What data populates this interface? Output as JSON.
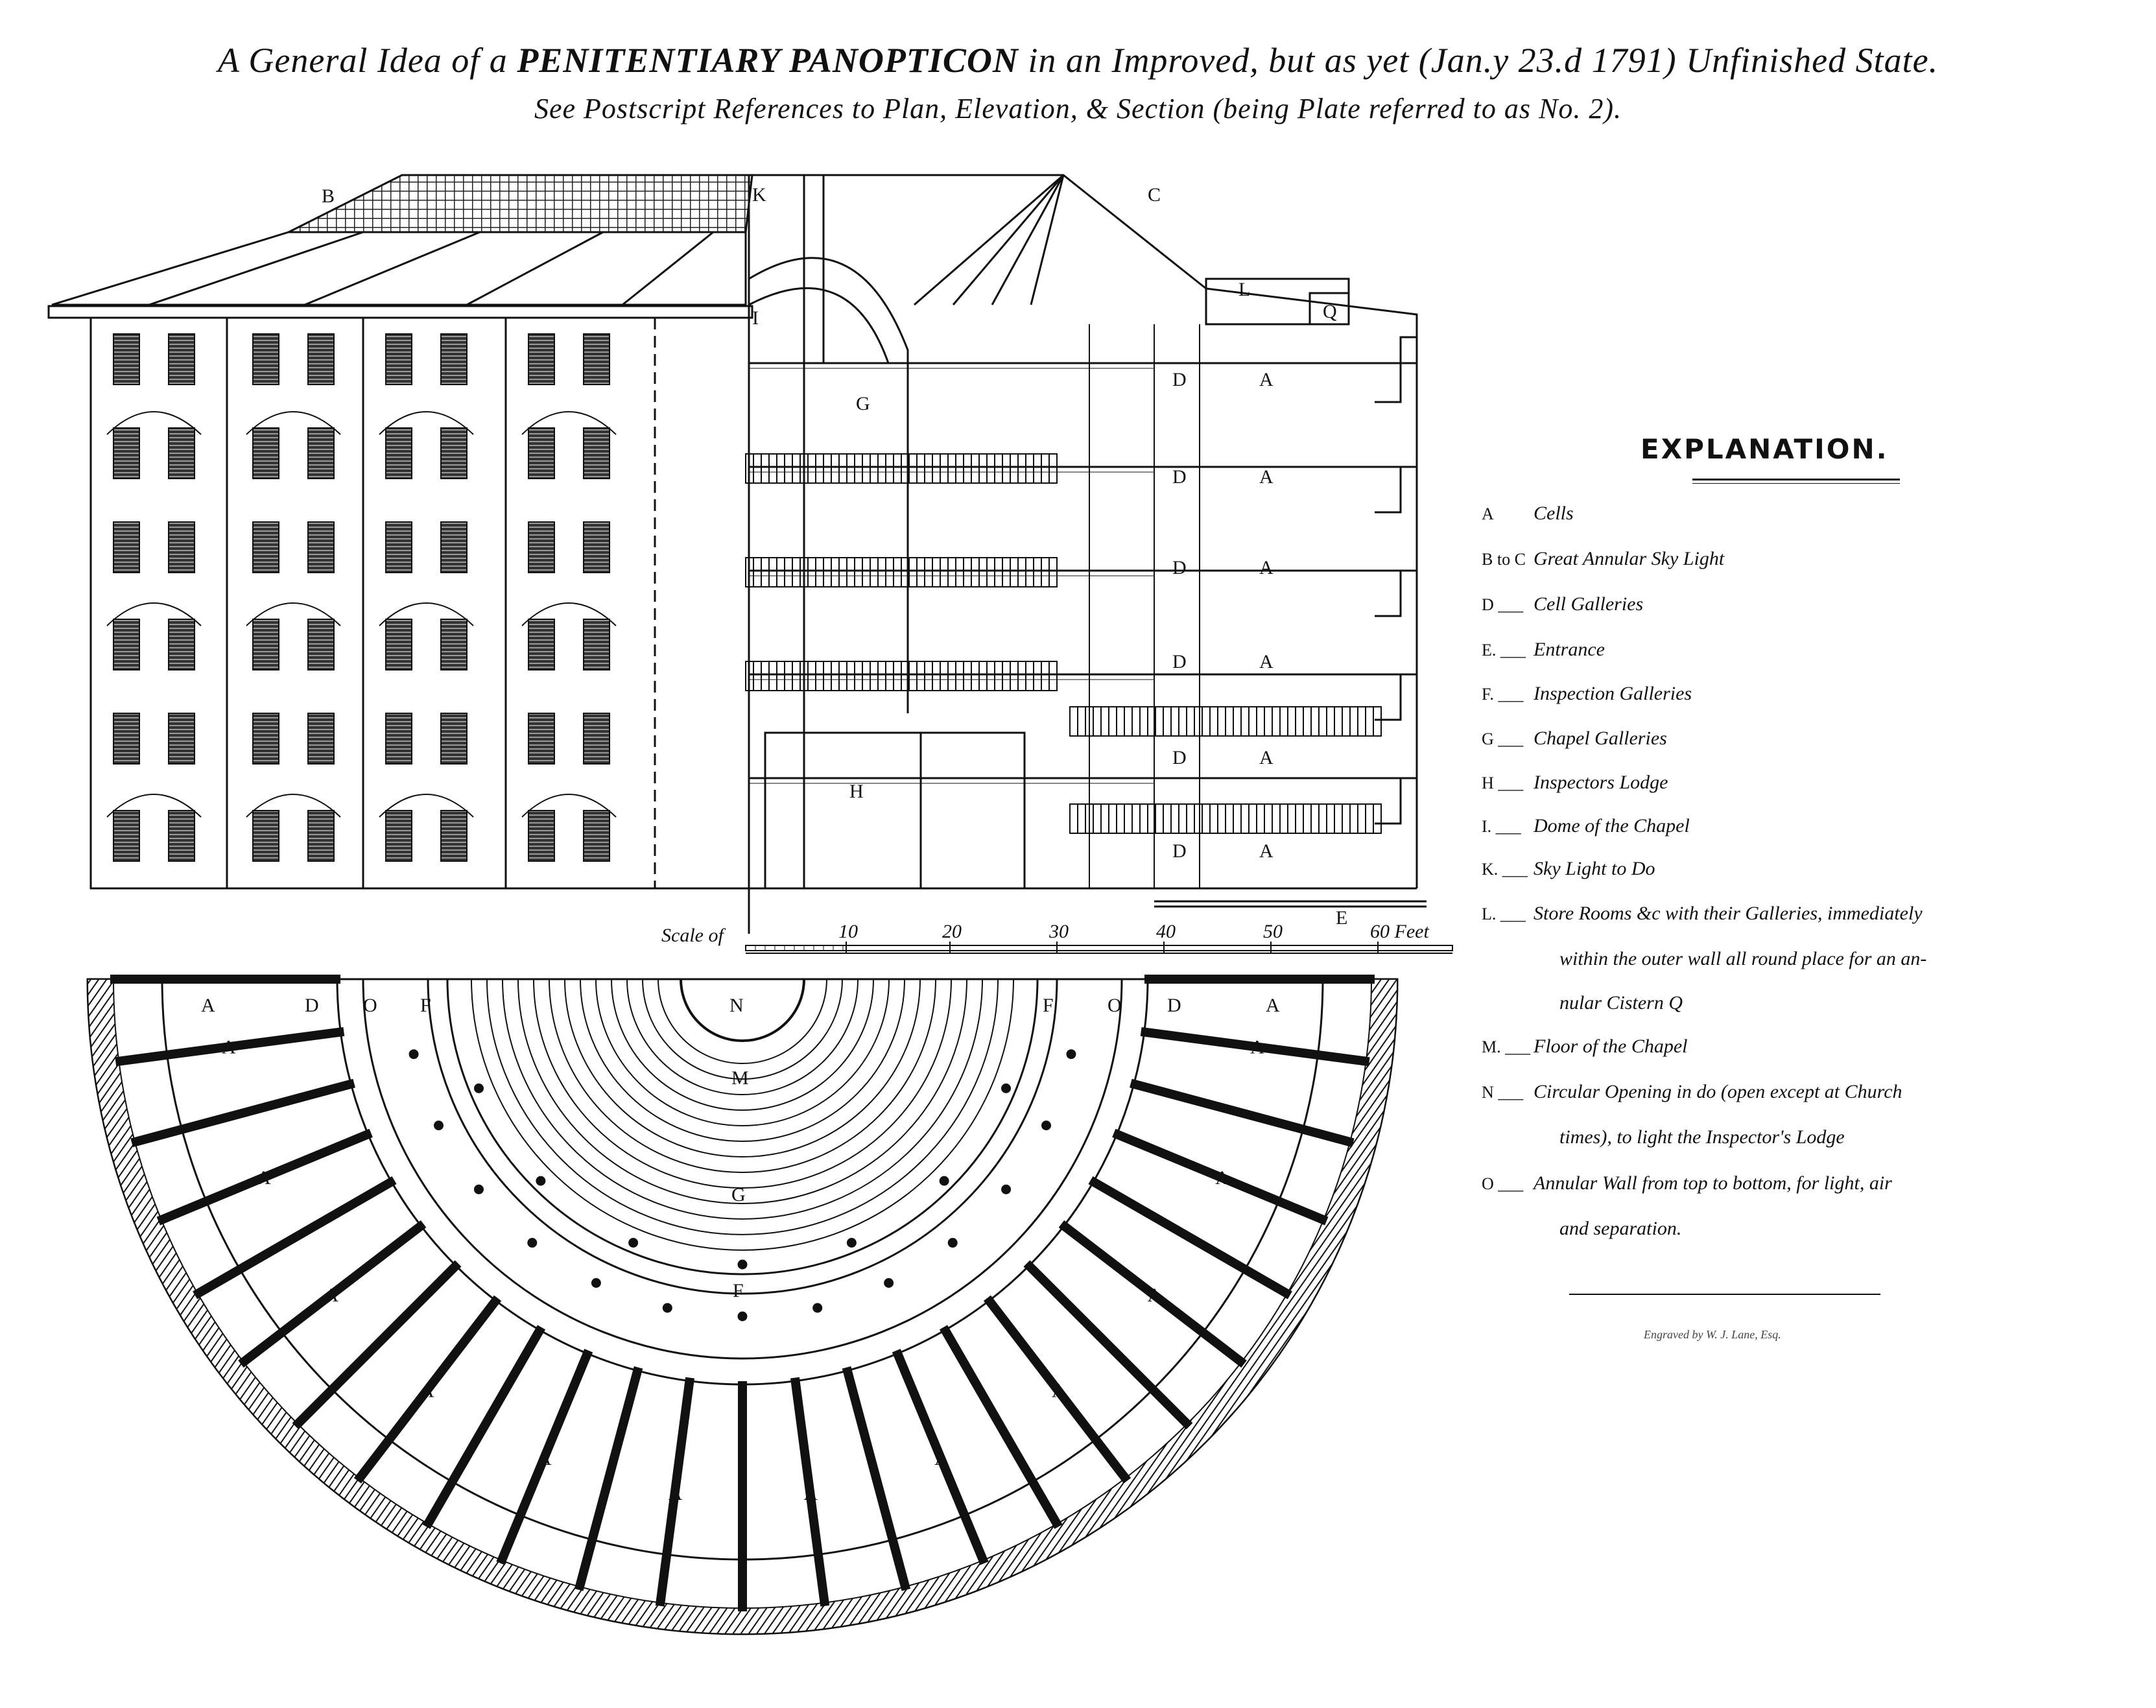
{
  "title": {
    "line1_pre": "A General Idea of a ",
    "line1_bold": "PENITENTIARY PANOPTICON",
    "line1_post": " in an Improved, but as yet (Jan.y 23.d 1791) Unfinished State.",
    "line2": "See Postscript References to Plan, Elevation, & Section (being Plate referred to as No. 2)."
  },
  "section_labels": {
    "B": "B",
    "K": "K",
    "C": "C",
    "I": "I",
    "L": "L",
    "Q": "Q",
    "G": "G",
    "H": "H",
    "E": "E",
    "D": "D",
    "A": "A"
  },
  "scale": {
    "caption": "Scale of",
    "ticks": [
      "10",
      "20",
      "30",
      "40",
      "50",
      "60 Feet"
    ]
  },
  "plan_labels": {
    "top_left": [
      "A",
      "D",
      "O",
      "F"
    ],
    "top_right": [
      "F",
      "O",
      "D",
      "A"
    ],
    "N": "N",
    "M": "M",
    "G": "G",
    "F": "F",
    "A": "A"
  },
  "explanation": {
    "heading": "EXPLANATION.",
    "items": [
      {
        "key": "A",
        "text": "Cells"
      },
      {
        "key": "B to C",
        "text": "Great Annular Sky Light"
      },
      {
        "key": "D ___",
        "text": "Cell Galleries"
      },
      {
        "key": "E. ___",
        "text": "Entrance"
      },
      {
        "key": "F. ___",
        "text": "Inspection Galleries"
      },
      {
        "key": "G ___",
        "text": "Chapel Galleries"
      },
      {
        "key": "H ___",
        "text": "Inspectors Lodge"
      },
      {
        "key": "I. ___",
        "text": "Dome of the Chapel"
      },
      {
        "key": "K. ___",
        "text": "Sky Light to   Do"
      },
      {
        "key": "L. ___",
        "text": "Store Rooms &c with their Galleries, immediately"
      },
      {
        "key": "M. ___",
        "text": "Floor of the Chapel"
      },
      {
        "key": "N ___",
        "text": "Circular Opening in do (open except at Church"
      },
      {
        "key": "O ___",
        "text": "Annular Wall from top to bottom, for light, air"
      }
    ],
    "continuations": {
      "L1": "within the outer wall all round place for an an-",
      "L2": "nular Cistern  Q",
      "N1": "times), to light the Inspector's Lodge",
      "O1": "and separation."
    },
    "credit": "Engraved by W. J. Lane, Esq."
  }
}
